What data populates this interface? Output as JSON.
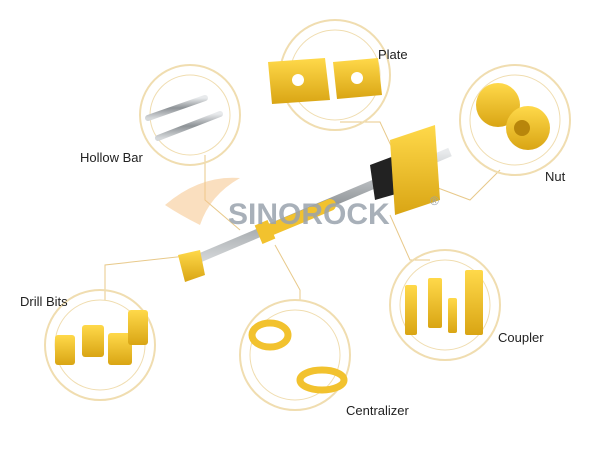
{
  "brand": {
    "logo_text": "SINOROCK",
    "registered_mark": "®"
  },
  "components": [
    {
      "id": "plate",
      "label": "Plate"
    },
    {
      "id": "hollow-bar",
      "label": "Hollow Bar"
    },
    {
      "id": "nut",
      "label": "Nut"
    },
    {
      "id": "drill-bits",
      "label": "Drill Bits"
    },
    {
      "id": "coupler",
      "label": "Coupler"
    },
    {
      "id": "centralizer",
      "label": "Centralizer"
    }
  ],
  "colors": {
    "accent": "#f2c22e",
    "ring": "#f0ddb0",
    "connector": "#e8c98a",
    "logo": "#9aa3ad",
    "steel": "#a8acb0"
  }
}
